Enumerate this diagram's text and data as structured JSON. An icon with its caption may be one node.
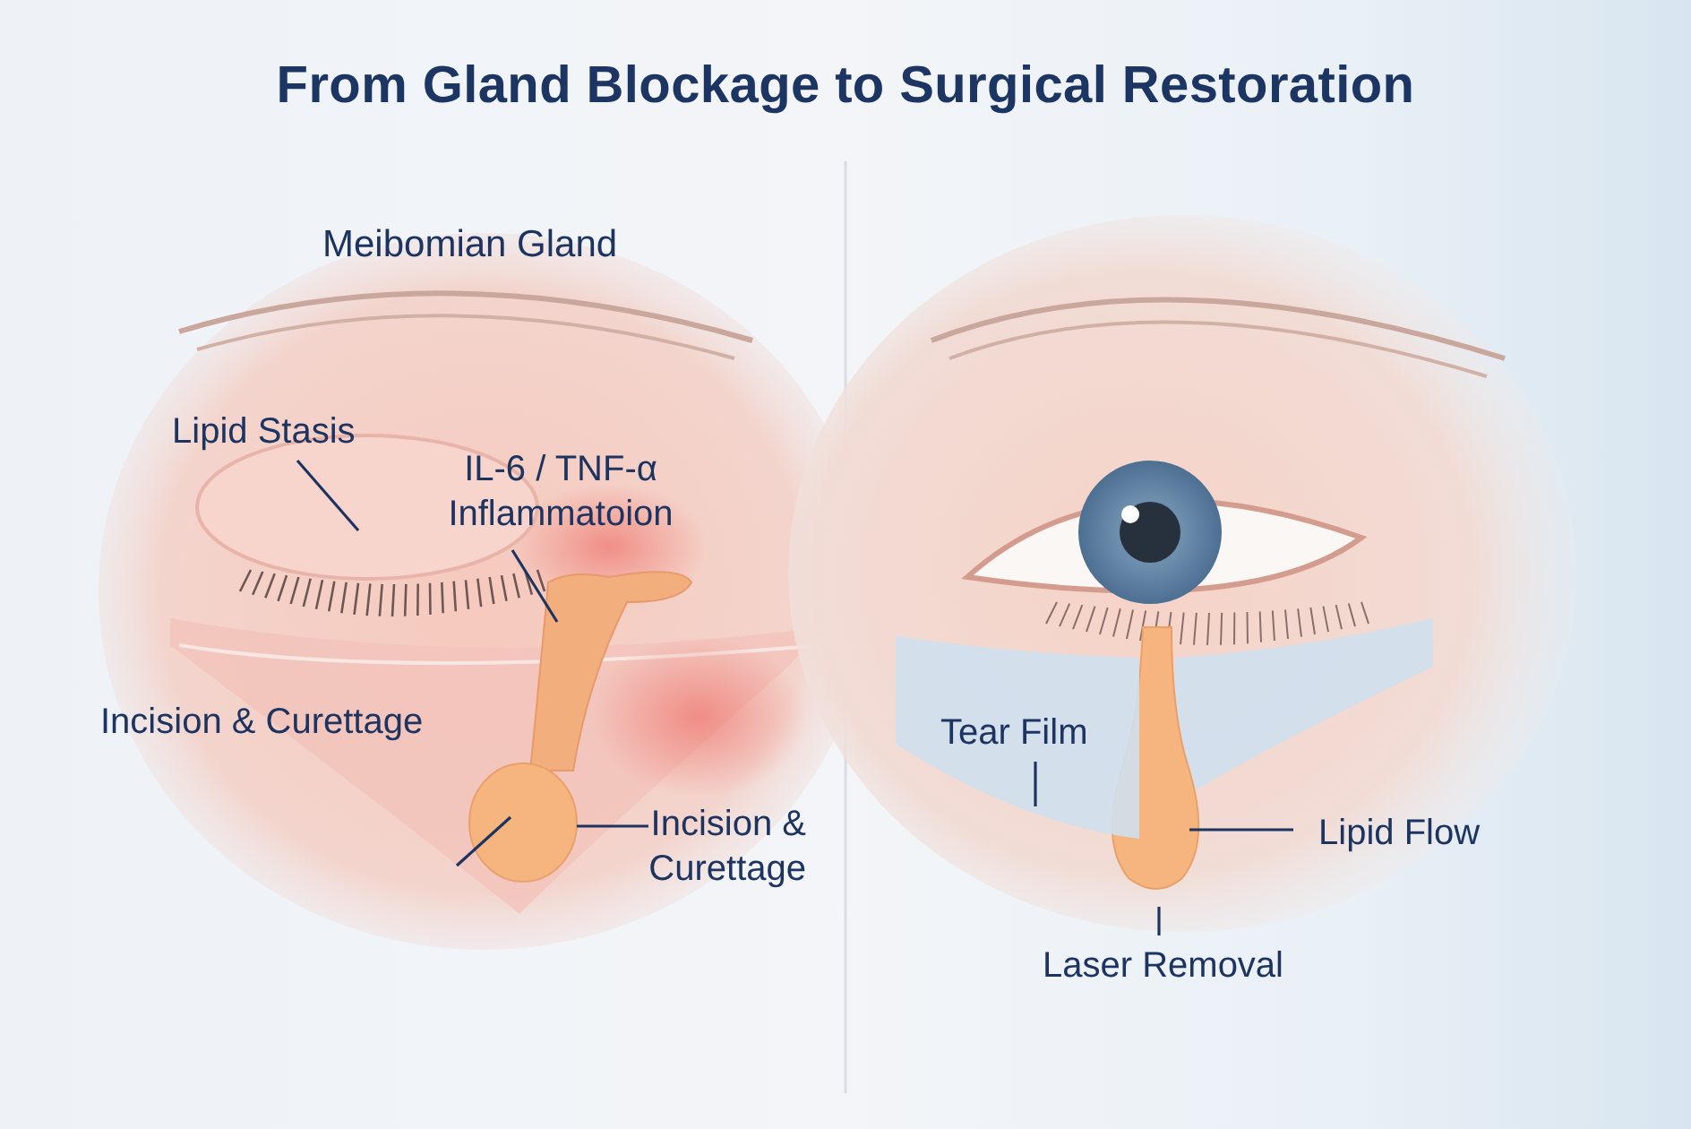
{
  "diagram": {
    "title": "From Gland Blockage to Surgical Restoration",
    "nodes": [
      {
        "text": [
          "Lipid Stasis"
        ]
      },
      {
        "text": [
          "IL-6 / TNF-α Inflammatoion"
        ]
      },
      {
        "text": [
          "Incision & Curettage"
        ]
      },
      {
        "text": [
          "Incision & Curettage"
        ]
      },
      {
        "text": [
          "Tear Film"
        ],
        "in": 10
      },
      {
        "text": [
          "Lipid Flow"
        ]
      },
      {
        "text": [
          "Laser Removal"
        ]
      },
      {
        "text": [],
        "shape": "picture"
      },
      {
        "text": [],
        "shape": "picture"
      },
      {
        "text": [],
        "shape": "picture"
      },
      {
        "text": [],
        "shape": "picture"
      },
      {
        "text": [],
        "shape": "picture"
      }
    ],
    "edges": [
      {
        "from": 0,
        "to": 7,
        "arrow": "none"
      },
      {
        "from": 1,
        "to": 8,
        "arrow": "none"
      },
      {
        "from": null,
        "to": 9,
        "arrow": "none"
      },
      {
        "from": 3,
        "to": 9,
        "arrow": "none"
      },
      {
        "from": 4,
        "to": 10,
        "arrow": "none"
      },
      {
        "from": 5,
        "to": 11,
        "arrow": "none"
      },
      {
        "from": 6,
        "to": 11,
        "arrow": "none"
      }
    ],
    "labels": [
      "Meibomian Gland"
    ]
  }
}
